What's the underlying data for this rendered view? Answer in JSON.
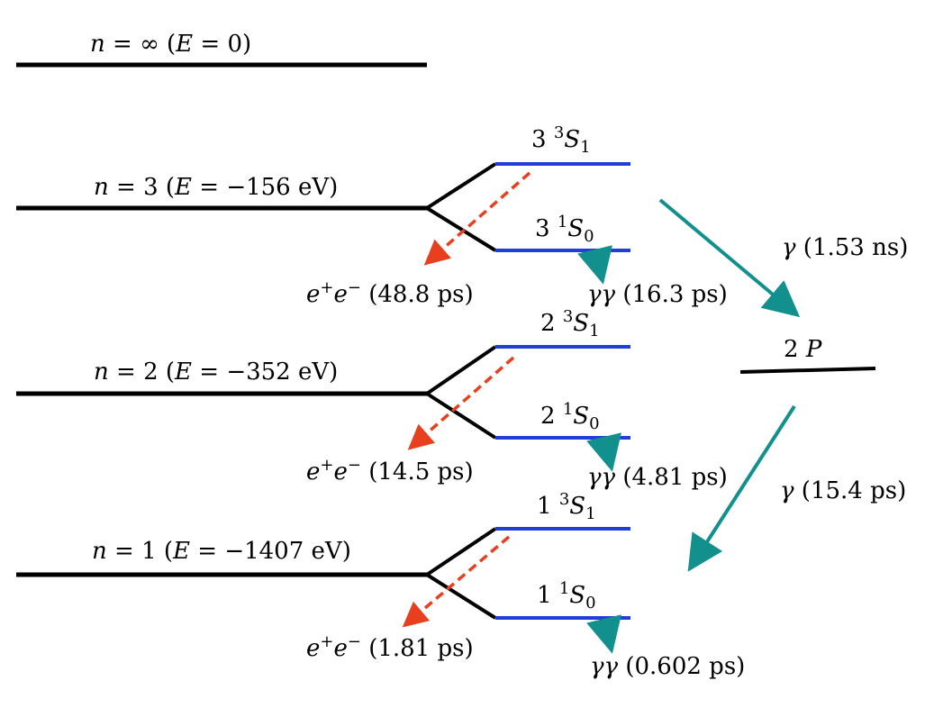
{
  "levels": {
    "n_inf": {
      "pre": "n = ∞ (",
      "E": "E",
      "post": " = 0)"
    },
    "n3": {
      "pre": "n = 3 (",
      "E": "E",
      "post": " = −156 eV)",
      "triplet": {
        "n": "3 ",
        "sup": "3",
        "S": "S",
        "sub": "1"
      },
      "singlet": {
        "n": "3 ",
        "sup": "1",
        "S": "S",
        "sub": "0"
      },
      "ann_sup": "+",
      "ann_sup2": "−",
      "ann_time": " (48.8 ps)",
      "gg_time": " (16.3 ps)"
    },
    "n2": {
      "pre": "n = 2 (",
      "E": "E",
      "post": " = −352 eV)",
      "triplet": {
        "n": "2 ",
        "sup": "3",
        "S": "S",
        "sub": "1"
      },
      "singlet": {
        "n": "2 ",
        "sup": "1",
        "S": "S",
        "sub": "0"
      },
      "ann_sup": "+",
      "ann_sup2": "−",
      "ann_time": " (14.5 ps)",
      "gg_time": " (4.81 ps)"
    },
    "n1": {
      "pre": "n = 1 (",
      "E": "E",
      "post": " = −1407 eV)",
      "triplet": {
        "n": "1 ",
        "sup": "3",
        "S": "S",
        "sub": "1"
      },
      "singlet": {
        "n": "1 ",
        "sup": "1",
        "S": "S",
        "sub": "0"
      },
      "ann_sup": "+",
      "ann_sup2": "−",
      "ann_time": " (1.81 ps)",
      "gg_time": " (0.602 ps)"
    }
  },
  "symbols": {
    "e": "e",
    "gamma": "γ",
    "gammagamma": "γγ"
  },
  "p_state": {
    "n": "2 ",
    "P": "P",
    "gamma_upper": " (1.53 ns)",
    "gamma_lower": " (15.4 ps)"
  },
  "colors": {
    "level": "#000000",
    "substate": "#1f3fd6",
    "annihilation_arrow": "#e8401f",
    "decay_arrow": "#12908e"
  }
}
